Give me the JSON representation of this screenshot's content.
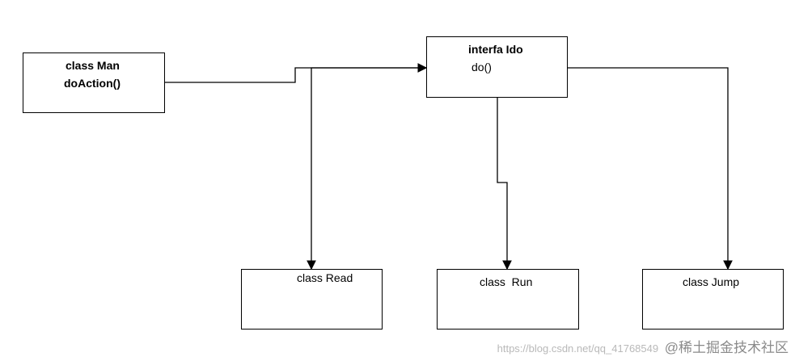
{
  "diagram": {
    "man": {
      "title": "class Man",
      "method": "doActionّ()"
    },
    "interface": {
      "title": "interfa Ido",
      "method": "do()"
    },
    "read": {
      "title": "class Read"
    },
    "run": {
      "title": "class  Run"
    },
    "jump": {
      "title": "class Jump"
    }
  },
  "watermark": {
    "url_text": "https://blog.csdn.net/qq_41768549",
    "brand": "@稀土掘金技术社区"
  },
  "colors": {
    "line": "#000000",
    "background": "#ffffff",
    "watermark": "#b9b9b9"
  }
}
